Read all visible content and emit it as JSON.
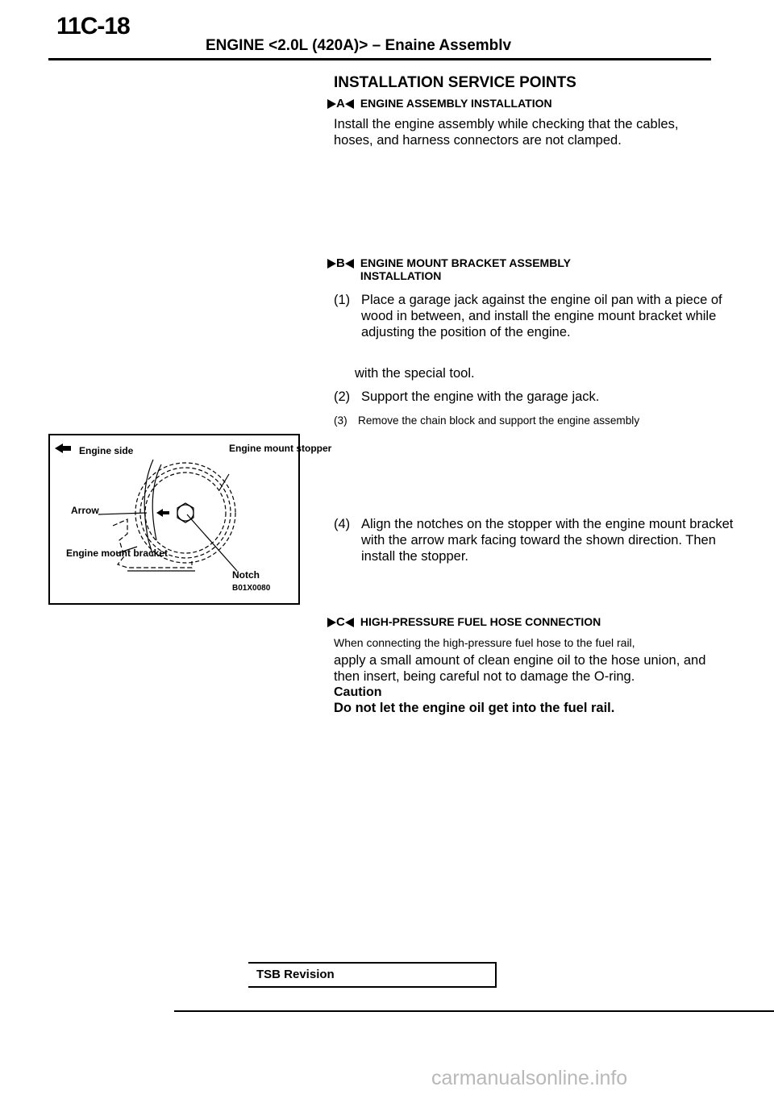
{
  "header": {
    "page_number": "11C-18",
    "title": "ENGINE <2.0L (420A)> – Enaine Assemblv"
  },
  "main": {
    "section_title": "INSTALLATION SERVICE POINTS",
    "sections": [
      {
        "marker": "A",
        "heading": "ENGINE ASSEMBLY INSTALLATION",
        "body": "Install the engine assembly while checking that the cables, hoses, and harness connectors are not clamped."
      },
      {
        "marker": "B",
        "heading_line1": "ENGINE MOUNT BRACKET ASSEMBLY",
        "heading_line2": "INSTALLATION",
        "steps": [
          {
            "num": "(1)",
            "text": "Place a garage jack against the engine oil pan with a piece of wood in between, and install the engine mount bracket while adjusting the position of the engine."
          },
          {
            "num": "(2)",
            "text": "Support the engine with the garage jack."
          },
          {
            "num": "(3)",
            "text_small": "Remove the chain block and support the engine assembly",
            "text_cont": "with the special tool."
          },
          {
            "num": "(4)",
            "text": "Align the notches on the stopper with the engine mount bracket with the arrow mark facing toward the shown direction. Then install the stopper."
          }
        ]
      },
      {
        "marker": "C",
        "heading": "HIGH-PRESSURE FUEL HOSE CONNECTION",
        "body_line1": "When connecting the high-pressure fuel hose to the fuel rail,",
        "body_rest": "apply a small amount of clean engine oil to the hose union, and then insert, being careful not to damage the O-ring.",
        "caution_label": "Caution",
        "caution_text": "Do not let the engine oil get into the fuel rail."
      }
    ]
  },
  "figure": {
    "engine_side": "Engine side",
    "stopper_label": "Engine mount stopper",
    "arrow_label": "Arrow",
    "bracket_label": "Engine mount bracket",
    "notch_label": "Notch",
    "code": "B01X0080"
  },
  "footer": {
    "tsb_label": "TSB Revision",
    "watermark": "carmanualsonline.info"
  }
}
